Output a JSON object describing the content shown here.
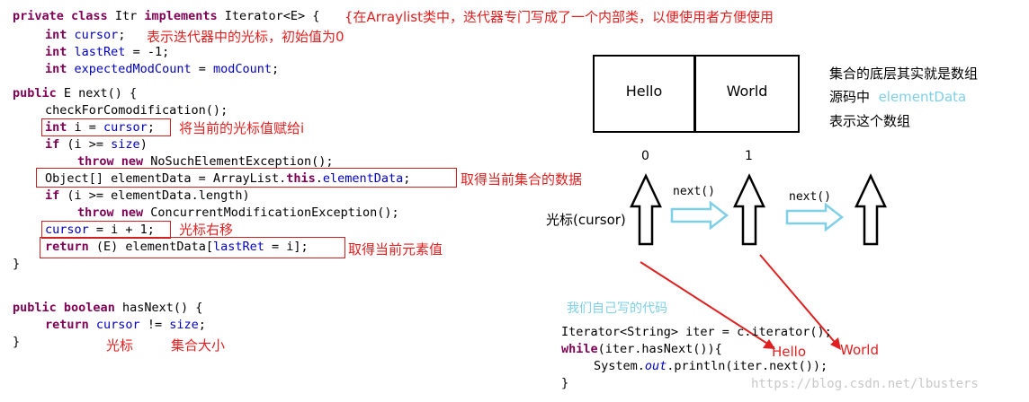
{
  "code": {
    "l1": {
      "kw1": "private",
      "kw2": "class",
      "t1": " Itr ",
      "kw3": "implements",
      "t2": " Iterator<E> {"
    },
    "l2": {
      "kw": "int",
      "field": "cursor",
      "t": ";"
    },
    "l3": {
      "kw": "int",
      "field": "lastRet",
      "t": " = -1;"
    },
    "l4": {
      "kw": "int",
      "field": "expectedModCount",
      "t1": " = ",
      "field2": "modCount",
      "t2": ";"
    },
    "l5": {
      "kw": "public",
      "t": " E next() {"
    },
    "l6": {
      "t": "checkForComodification();"
    },
    "l7": {
      "kw": "int",
      "t1": " i = ",
      "field": "cursor",
      "t2": ";"
    },
    "l8": {
      "kw": "if",
      "t1": " (i >= ",
      "field": "size",
      "t2": ")"
    },
    "l9": {
      "kw1": "throw",
      "kw2": "new",
      "t": " NoSuchElementException();"
    },
    "l10": {
      "t1": "Object[] elementData = ArrayList.",
      "kw": "this",
      "t2": ".",
      "field": "elementData",
      "t3": ";"
    },
    "l11": {
      "kw": "if",
      "t": " (i >= elementData.length)"
    },
    "l12": {
      "kw1": "throw",
      "kw2": "new",
      "t": " ConcurrentModificationException();"
    },
    "l13": {
      "field": "cursor",
      "t": " = i + 1;"
    },
    "l14": {
      "kw": "return",
      "t1": " (E) elementData[",
      "field": "lastRet",
      "t2": " = i];"
    },
    "l15": {
      "t": "}"
    },
    "l16": {
      "kw1": "public",
      "kw2": "boolean",
      "t": " hasNext() {"
    },
    "l17": {
      "kw": "return",
      "field1": "cursor",
      "t": " != ",
      "field2": "size",
      "t2": ";"
    },
    "l18": {
      "t": "}"
    }
  },
  "annotations": {
    "a1": "{在Arraylist类中，迭代器专门写成了一个内部类，以便使用者方便使用",
    "a2": "表示迭代器中的光标，初始值为0",
    "a3": "将当前的光标值赋给i",
    "a4": "取得当前集合的数据",
    "a5": "光标右移",
    "a6": "取得当前元素值",
    "a7": "光标",
    "a8": "集合大小"
  },
  "diagram": {
    "cells": [
      "Hello",
      "World"
    ],
    "indices": [
      "0",
      "1"
    ],
    "desc1": "集合的底层其实就是数组",
    "desc2_prefix": "源码中",
    "desc2_field": "elementData",
    "desc3": "表示这个数组",
    "cursor_label": "光标(cursor)",
    "next1": "next()",
    "next2": "next()"
  },
  "usercode": {
    "title": "我们自己写的代码",
    "l1": "Iterator<String> iter = c.iterator();",
    "l2_kw": "while",
    "l2": "(iter.hasNext()){",
    "l3a": "System.",
    "l3_out": "out",
    "l3b": ".println(iter.next());",
    "l4": "}",
    "res1": "Hello",
    "res2": "World"
  },
  "watermark": "https://blog.csdn.net/lbusters",
  "colors": {
    "red": "#e02020",
    "keyword": "#7f0055",
    "field": "#0000c0",
    "cyan": "#7fd0e6"
  }
}
